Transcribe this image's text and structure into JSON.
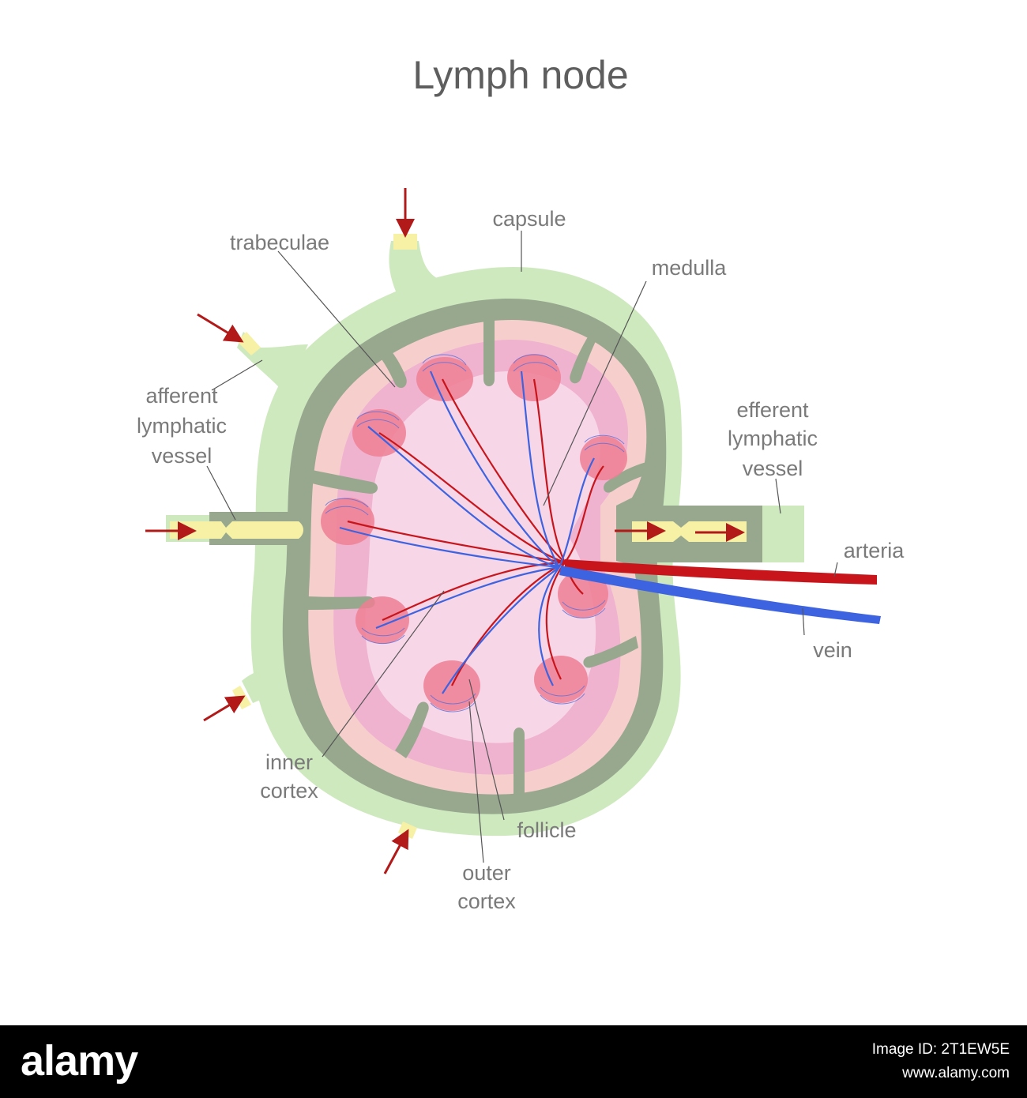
{
  "title": "Lymph node",
  "labels": {
    "capsule": "capsule",
    "trabeculae": "trabeculae",
    "medulla": "medulla",
    "afferent": [
      "afferent",
      "lymphatic",
      "vessel"
    ],
    "efferent": [
      "efferent",
      "lymphatic",
      "vessel"
    ],
    "arteria": "arteria",
    "vein": "vein",
    "inner_cortex": [
      "inner",
      "cortex"
    ],
    "follicle": "follicle",
    "outer_cortex": [
      "outer",
      "cortex"
    ]
  },
  "footer": {
    "brand": "alamy",
    "image_id_line": "Image ID: 2T1EW5E",
    "url": "www.alamy.com"
  },
  "colors": {
    "capsule": "#cfe9bf",
    "trabecula": "#97a88f",
    "outer_cortex_bg": "#f6cfcd",
    "inner_cortex": "#efb3cf",
    "medulla": "#f7d6e8",
    "follicle": "#ee7f94",
    "artery": "#c8151b",
    "vein": "#3d63e0",
    "lymph": "#f7f1a6",
    "arrow": "#b21919"
  }
}
